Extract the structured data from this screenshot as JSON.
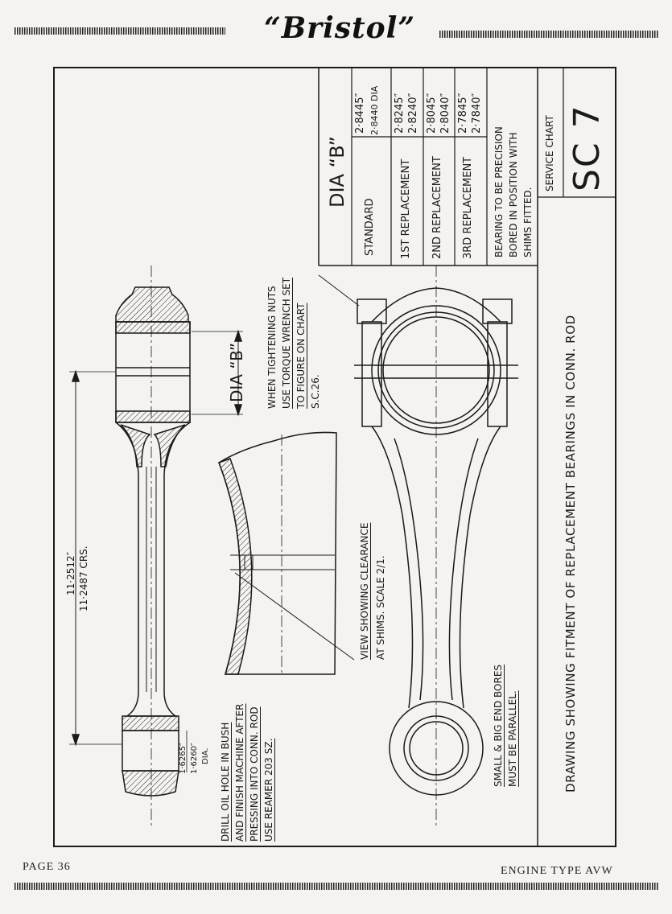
{
  "header": {
    "brand": "“Bristol”"
  },
  "chart": {
    "column_heading": "DIA “B”",
    "rows": [
      {
        "label": "STANDARD",
        "values": [
          "2·8445″",
          "2·8440 DIA"
        ]
      },
      {
        "label": "1ST REPLACEMENT",
        "values": [
          "2·8245″",
          "2·8240″"
        ]
      },
      {
        "label": "2ND REPLACEMENT",
        "values": [
          "2·8045″",
          "2·8040″"
        ]
      },
      {
        "label": "3RD REPLACEMENT",
        "values": [
          "2·7845″",
          "2·7840″"
        ]
      }
    ],
    "note": [
      "BEARING TO BE PRECISION",
      "BORED IN POSITION WITH",
      "SHIMS FITTED."
    ],
    "service_chart_label": "SERVICE CHART",
    "chart_number": "SC 7"
  },
  "drawing": {
    "caption": "DRAWING SHOWING FITMENT OF REPLACEMENT BEARINGS IN CONN. ROD",
    "dia_b_label": "DIA “B”",
    "centres_dims": [
      "11·2512″",
      "11·2487 CRS."
    ],
    "small_end_dims": [
      "1·6265″",
      "1·6260″",
      "DIA."
    ],
    "torque_note": [
      "WHEN TIGHTENING NUTS",
      "USE TORQUE WRENCH SET",
      "TO FIGURE ON CHART",
      "S.C.26."
    ],
    "shims_note": [
      "VIEW SHOWING CLEARANCE",
      "AT SHIMS.  SCALE 2/1."
    ],
    "bores_note": [
      "SMALL & BIG END BORES",
      "MUST BE PARALLEL."
    ],
    "drill_note": [
      "DRILL OIL HOLE IN BUSH",
      "AND FINISH MACHINE AFTER",
      "PRESSING INTO CONN. ROD",
      "USE REAMER 203 SZ."
    ]
  },
  "footer": {
    "page": "PAGE 36",
    "engine": "ENGINE TYPE AVW"
  }
}
